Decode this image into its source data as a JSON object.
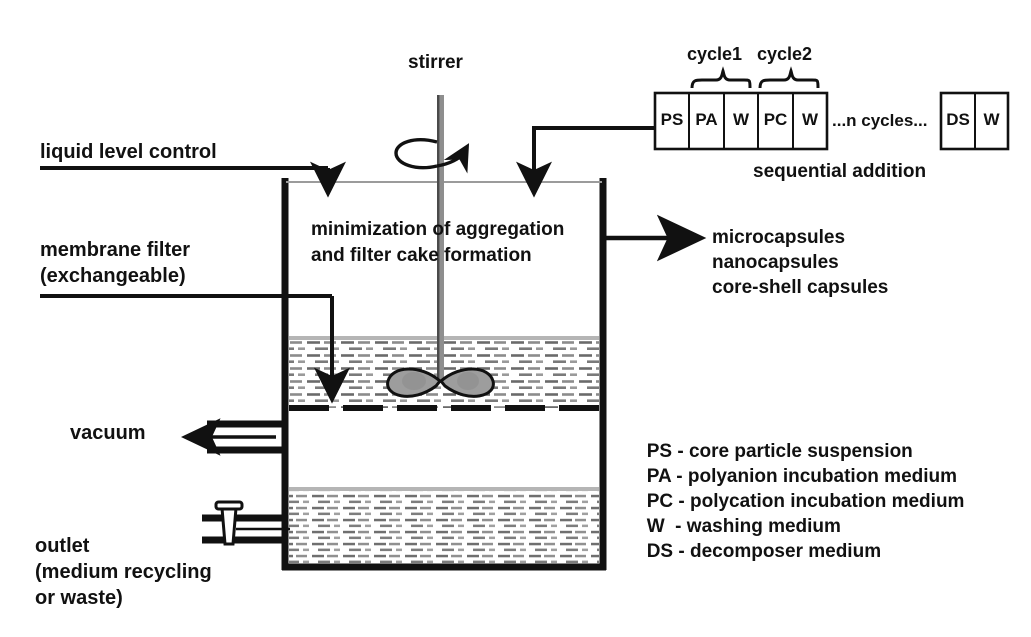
{
  "diagram": {
    "title": "filtration-based layer-by-layer encapsulation reactor",
    "labels": {
      "stirrer": "stirrer",
      "liquid_level_control": "liquid level control",
      "membrane_filter_line1": "membrane filter",
      "membrane_filter_line2": "(exchangeable)",
      "vacuum": "vacuum",
      "outlet_line1": "outlet",
      "outlet_line2": "(medium recycling",
      "outlet_line3": "or waste)",
      "vessel_note_line1": "minimization of aggregation",
      "vessel_note_line2": "and filter cake formation",
      "sequential_addition": "sequential addition",
      "cycle1": "cycle1",
      "cycle2": "cycle2",
      "n_cycles": "...n cycles..."
    },
    "products": [
      "microcapsules",
      "nanocapsules",
      "core-shell capsules"
    ],
    "sequence_main": [
      "PS",
      "PA",
      "W",
      "PC",
      "W"
    ],
    "sequence_final": [
      "DS",
      "W"
    ],
    "legend": [
      {
        "code": "PS",
        "dash": "-",
        "text": "core particle suspension"
      },
      {
        "code": "PA",
        "dash": "-",
        "text": "polyanion incubation medium"
      },
      {
        "code": "PC",
        "dash": "-",
        "text": "polycation incubation medium"
      },
      {
        "code": "W",
        "dash": "-",
        "text": "washing medium"
      },
      {
        "code": "DS",
        "dash": "-",
        "text": "decomposer medium"
      }
    ],
    "colors": {
      "ink": "#111111",
      "liquid_dash": "#5a5a5a",
      "impeller_fill": "#9a9a9a",
      "shaft": "#8e8e8e",
      "background": "#ffffff"
    }
  }
}
